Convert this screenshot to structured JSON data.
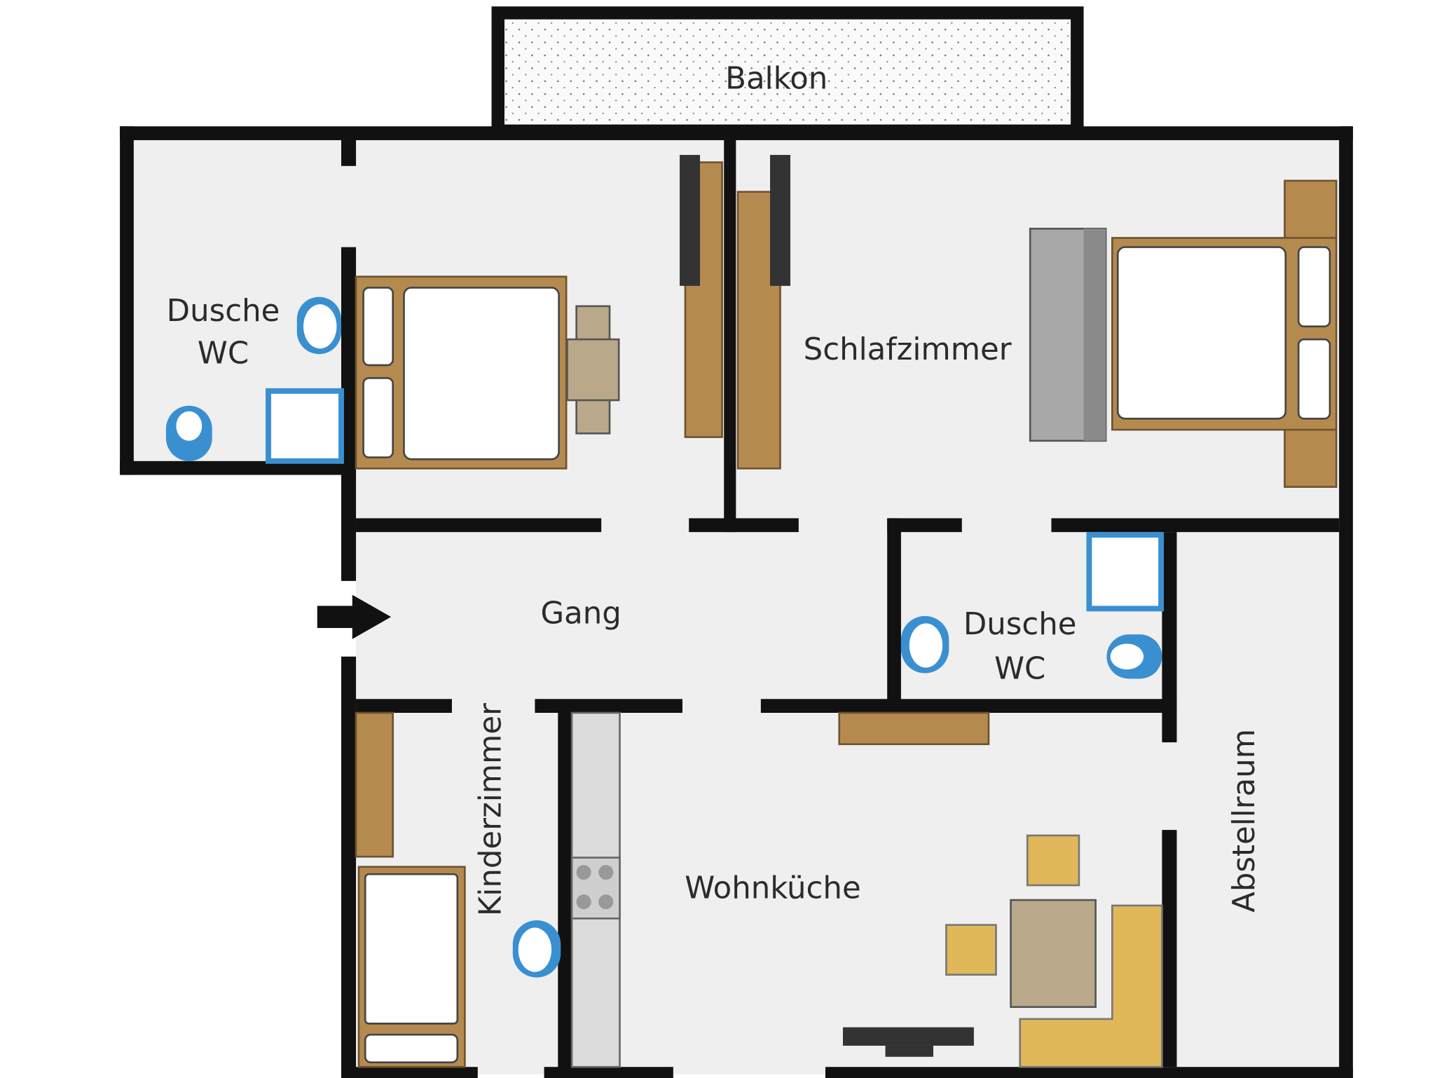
{
  "title": "Floor plan",
  "rooms": {
    "balkon": "Balkon",
    "bath1_line1": "Dusche",
    "bath1_line2": "WC",
    "schlafzimmer": "Schlafzimmer",
    "gang": "Gang",
    "bath2_line1": "Dusche",
    "bath2_line2": "WC",
    "kinderzimmer": "Kinderzimmer",
    "wohnkueche": "Wohnküche",
    "abstellraum": "Abstellraum"
  },
  "colors": {
    "wall": "#111111",
    "floor": "#efefef",
    "wood": "#b58a4f",
    "fixture_blue": "#3a8fd0",
    "dining": "#e0b85a"
  }
}
